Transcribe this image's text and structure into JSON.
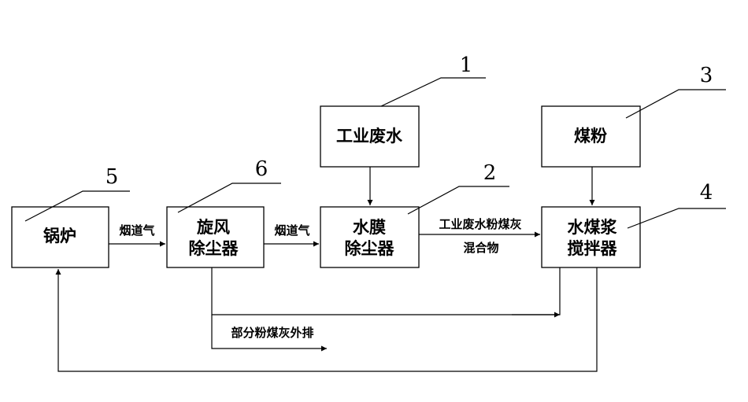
{
  "boxes": {
    "boiler": [
      "锅炉"
    ],
    "cyclone": [
      "旋风",
      "除尘器"
    ],
    "wastewater": [
      "工业废水"
    ],
    "water_film": [
      "水膜",
      "除尘器"
    ],
    "coal_powder": [
      "煤粉"
    ],
    "mixer": [
      "水煤浆",
      "搅拌器"
    ]
  },
  "flows": {
    "flue_gas_1": "烟道气",
    "flue_gas_2": "烟道气",
    "mixture_line1": "工业废水粉煤灰",
    "mixture_line2": "混合物",
    "discharge": "部分粉煤灰外排"
  },
  "callouts": {
    "n1": "1",
    "n2": "2",
    "n3": "3",
    "n4": "4",
    "n5": "5",
    "n6": "6"
  }
}
